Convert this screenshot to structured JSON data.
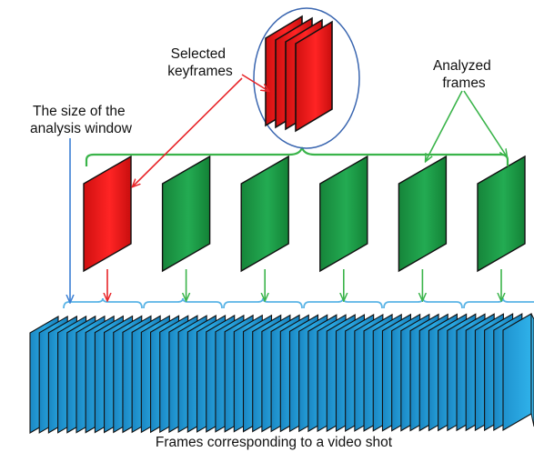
{
  "labels": {
    "selected_keyframes": [
      "Selected",
      "keyframes"
    ],
    "analyzed_frames": [
      "Analyzed",
      "frames"
    ],
    "window_size": [
      "The size of the",
      "analysis window"
    ],
    "caption": "Frames corresponding to a video shot"
  },
  "colors": {
    "keyframe_red": "#ee1c1c",
    "analyzed_green": "#1e9e48",
    "video_blue": "#1d9bd6",
    "bracket_green": "#3ab44a",
    "bracket_blue": "#5ab4e6",
    "annotation_red": "#e8262a",
    "arrow_blue": "#3b7fd4",
    "ellipse_blue": "#3a66b0"
  },
  "frames": [
    {
      "kind": "keyframe",
      "selected": true
    },
    {
      "kind": "analyzed",
      "selected": false
    },
    {
      "kind": "analyzed",
      "selected": false
    },
    {
      "kind": "analyzed",
      "selected": false
    },
    {
      "kind": "analyzed",
      "selected": false
    },
    {
      "kind": "analyzed",
      "selected": false
    }
  ],
  "keyframe_stack_count": 4,
  "analysis_window_count": 6,
  "video_frame_count": 52
}
